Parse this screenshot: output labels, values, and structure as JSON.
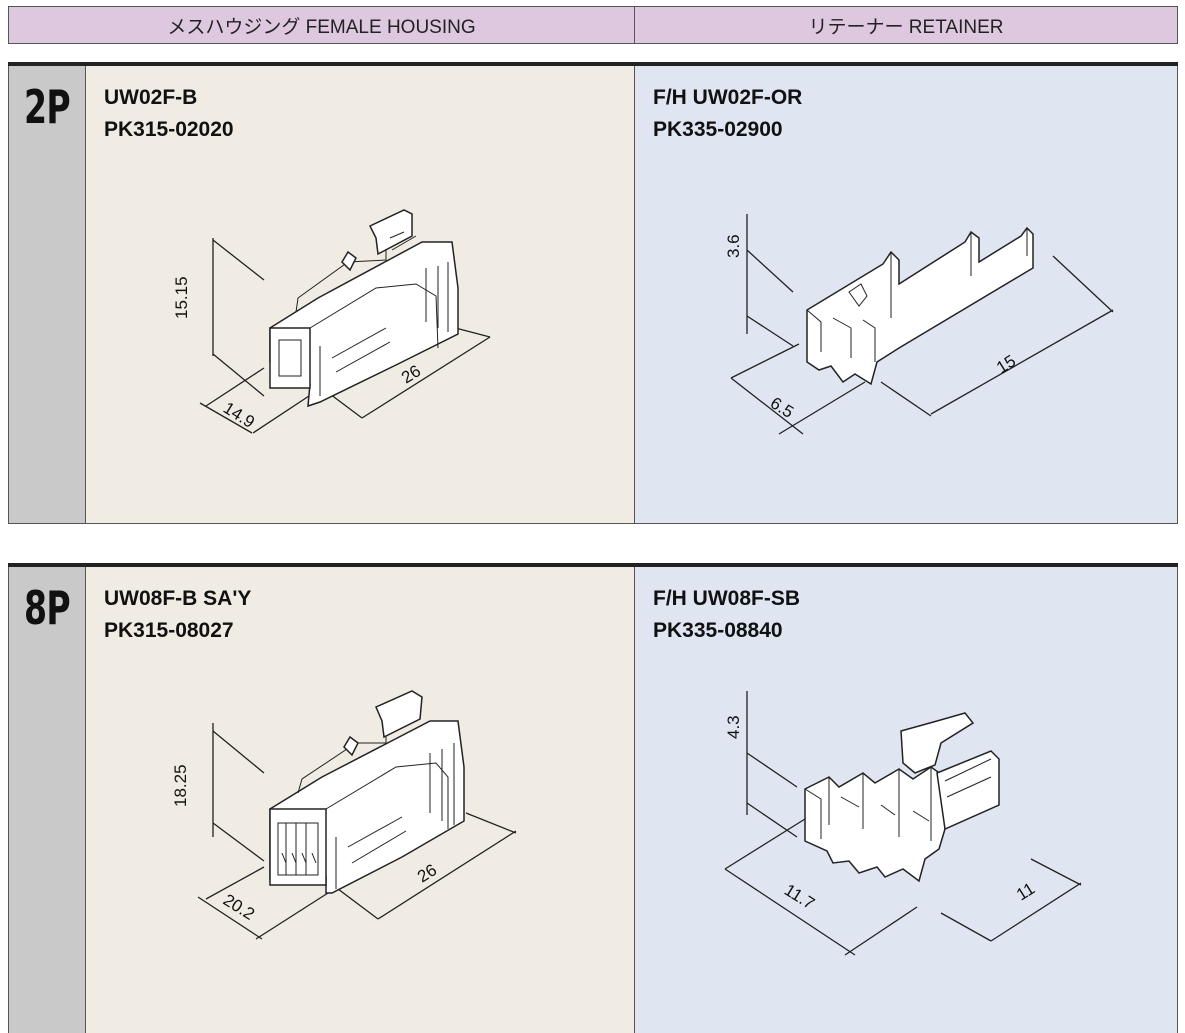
{
  "header": {
    "housing_label": "メスハウジング FEMALE HOUSING",
    "retainer_label": "リテーナー RETAINER"
  },
  "rows": [
    {
      "pin_count": "2P",
      "housing": {
        "name": "UW02F-B",
        "part_no": "PK315-02020",
        "dims": {
          "height": "15.15",
          "width": "14.9",
          "length": "26"
        }
      },
      "retainer": {
        "name": "F/H UW02F-OR",
        "part_no": "PK335-02900",
        "dims": {
          "height": "3.6",
          "width": "6.5",
          "length": "15"
        }
      }
    },
    {
      "pin_count": "8P",
      "housing": {
        "name": "UW08F-B SA'Y",
        "part_no": "PK315-08027",
        "dims": {
          "height": "18.25",
          "width": "20.2",
          "length": "26"
        }
      },
      "retainer": {
        "name": "F/H UW08F-SB",
        "part_no": "PK335-08840",
        "dims": {
          "height": "4.3",
          "width": "11.7",
          "length": "11"
        }
      }
    }
  ]
}
